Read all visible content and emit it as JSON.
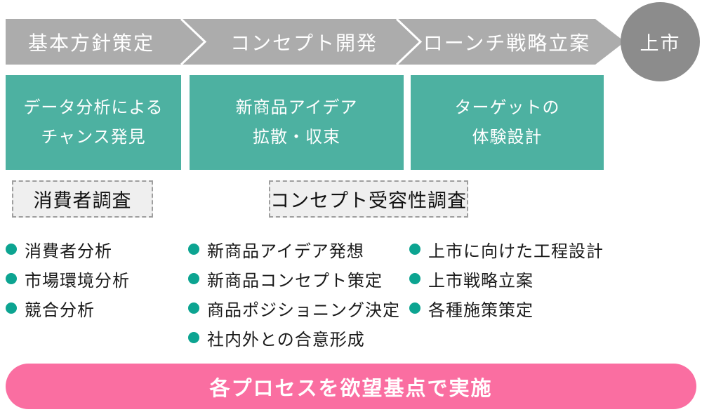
{
  "colors": {
    "bar_gray": "#acacac",
    "launch_circle_gray": "#8c8c8c",
    "phase_teal": "#4db1a1",
    "bullet_teal": "#0ca491",
    "banner_pink": "#fa6ea1",
    "survey_bg": "#efefef",
    "survey_border": "#9e9e9e",
    "text_dark": "#1a1a1a",
    "text_white": "#ffffff"
  },
  "process_bar": {
    "stages": [
      {
        "label": "基本方針策定"
      },
      {
        "label": "コンセプト開発"
      },
      {
        "label": "ローンチ戦略立案"
      }
    ],
    "separator_icon": "chevron-right",
    "launch": {
      "label": "上市"
    }
  },
  "phase_boxes": [
    {
      "line1": "データ分析による",
      "line2": "チャンス発見"
    },
    {
      "line1": "新商品アイデア",
      "line2": "拡散・収束"
    },
    {
      "line1": "ターゲットの",
      "line2": "体験設計"
    }
  ],
  "surveys": [
    {
      "label": "消費者調査"
    },
    {
      "label": "コンセプト受容性調査"
    }
  ],
  "task_columns": [
    {
      "items": [
        "消費者分析",
        "市場環境分析",
        "競合分析"
      ]
    },
    {
      "items": [
        "新商品アイデア発想",
        "新商品コンセプト策定",
        "商品ポジショニング決定",
        "社内外との合意形成"
      ]
    },
    {
      "items": [
        "上市に向けた工程設計",
        "上市戦略立案",
        "各種施策策定"
      ]
    }
  ],
  "footer": {
    "label": "各プロセスを欲望基点で実施"
  }
}
